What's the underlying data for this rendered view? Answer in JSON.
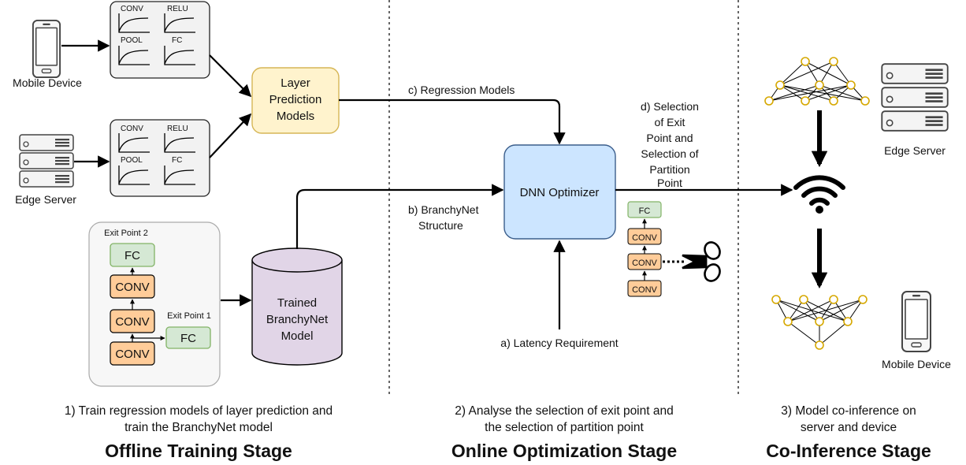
{
  "devices": {
    "mobile_device_label": "Mobile Device",
    "edge_server_label": "Edge Server"
  },
  "layer_panel": {
    "conv": "CONV",
    "relu": "RELU",
    "pool": "POOL",
    "fc": "FC"
  },
  "layer_prediction": {
    "line1": "Layer",
    "line2": "Prediction",
    "line3": "Models"
  },
  "branchynet": {
    "exit_point_2": "Exit Point 2",
    "exit_point_1": "Exit Point 1",
    "fc": "FC",
    "conv": "CONV"
  },
  "trained_model": {
    "line1": "Trained",
    "line2": "BranchyNet",
    "line3": "Model"
  },
  "optimizer": {
    "label": "DNN Optimizer"
  },
  "arrows": {
    "regression_models": "c) Regression Models",
    "branchynet_structure_1": "b) BranchyNet",
    "branchynet_structure_2": "Structure",
    "latency_requirement": "a) Latency Requirement",
    "selection": [
      "d) Selection",
      "of Exit",
      "Point and",
      "Selection of",
      "Partition",
      "Point"
    ]
  },
  "mini_stack": {
    "fc": "FC",
    "conv": "CONV"
  },
  "co_inference": {
    "edge_server_label": "Edge Server",
    "mobile_device_label": "Mobile Device"
  },
  "captions": {
    "stage1_line1": "1) Train regression models of layer prediction and",
    "stage1_line2": "train the BranchyNet model",
    "stage1_title": "Offline Training Stage",
    "stage2_line1": "2) Analyse the selection of exit point and",
    "stage2_line2": "the selection of partition point",
    "stage2_title": "Online Optimization Stage",
    "stage3_line1": "3) Model co-inference on",
    "stage3_line2": "server and device",
    "stage3_title": "Co-Inference Stage"
  }
}
